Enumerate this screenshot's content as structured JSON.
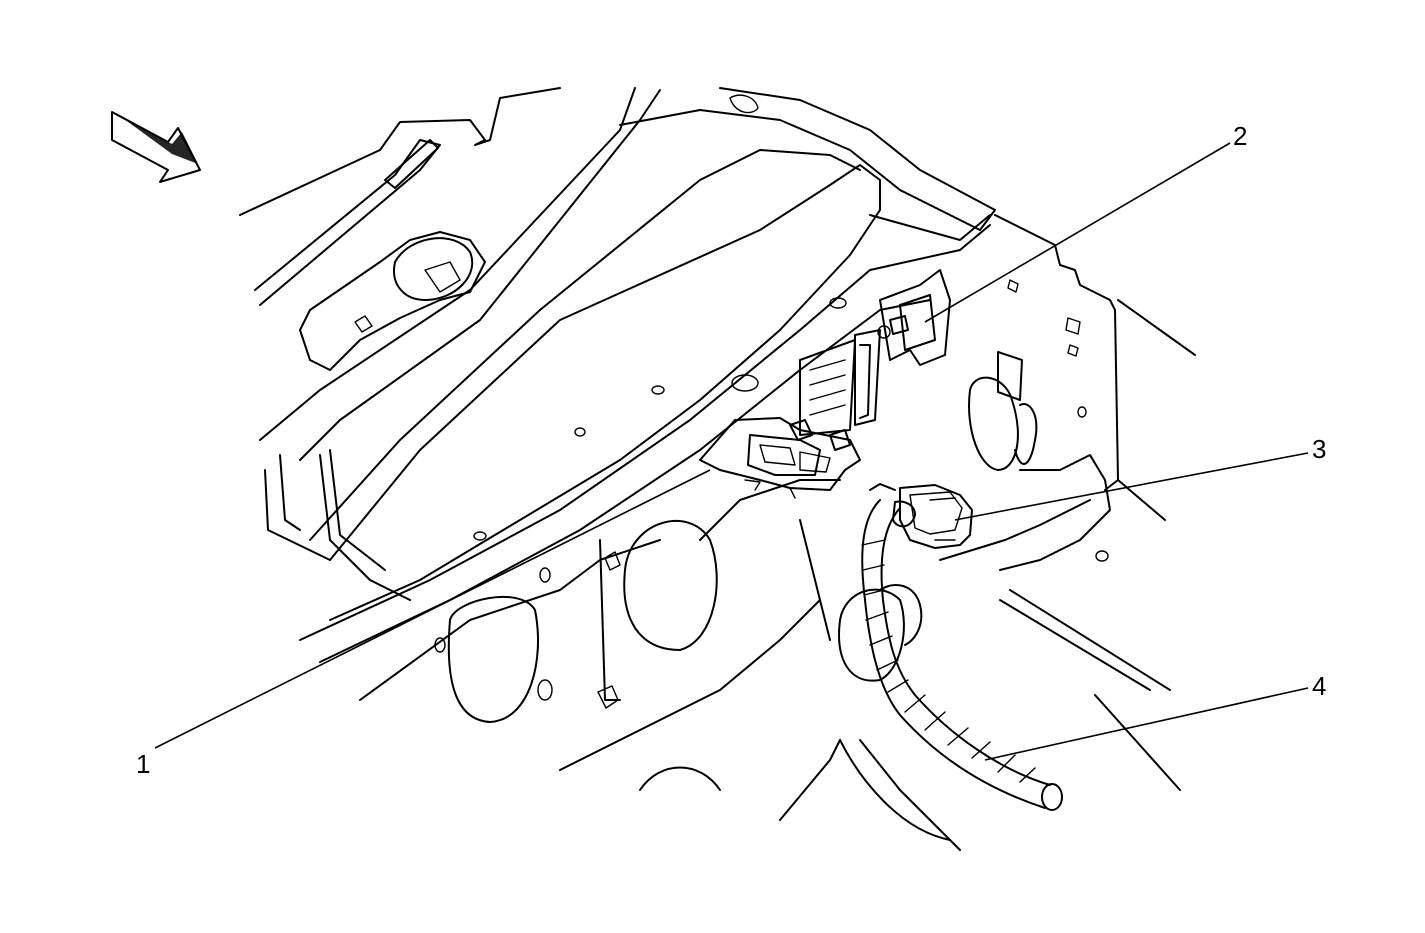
{
  "colors": {
    "line": "#000000",
    "background": "#ffffff"
  },
  "icons": {
    "view_arrow": "view-direction-arrow-icon"
  },
  "callouts": [
    {
      "id": "1",
      "label": "1"
    },
    {
      "id": "2",
      "label": "2"
    },
    {
      "id": "3",
      "label": "3"
    },
    {
      "id": "4",
      "label": "4"
    }
  ]
}
